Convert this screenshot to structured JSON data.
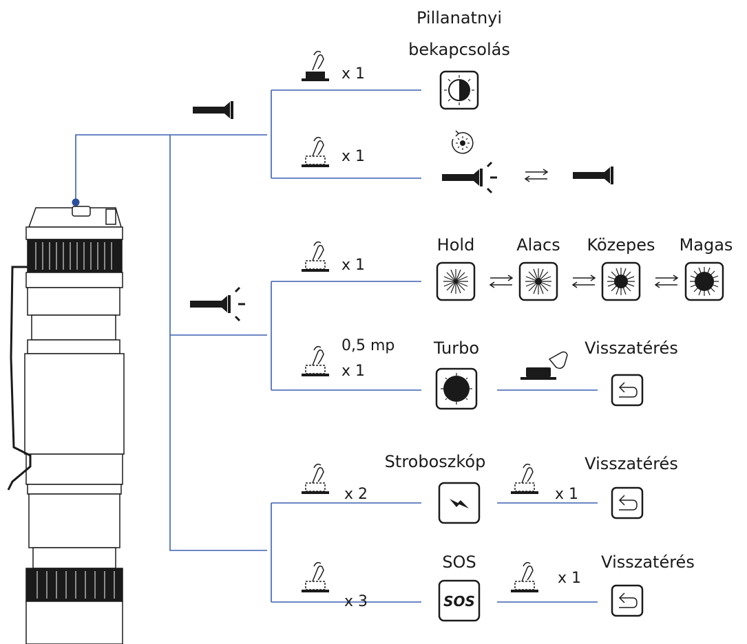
{
  "labels": {
    "momentary_line1": "Pillanatnyi",
    "momentary_line2": "bekapcsolás",
    "hold": "Hold",
    "alacs": "Alacs",
    "kozepes": "Közepes",
    "magas": "Magas",
    "turbo": "Turbo",
    "strobe": "Stroboszkóp",
    "sos": "SOS",
    "return_turbo": "Visszatérés",
    "return_strobe": "Visszatérés",
    "return_sos": "Visszatérés"
  },
  "counts": {
    "momentary": "x 1",
    "toggle_blink": "x 1",
    "cycle_modes": "x 1",
    "turbo_time": "0,5 mp",
    "turbo": "x 1",
    "strobe": "x 2",
    "strobe_return": "x 1",
    "sos": "x 3",
    "sos_return": "x 1"
  },
  "icons": {
    "sos_text": "SOS"
  },
  "colors": {
    "connector": "#3a5fb0",
    "ink": "#1a1a1a"
  }
}
